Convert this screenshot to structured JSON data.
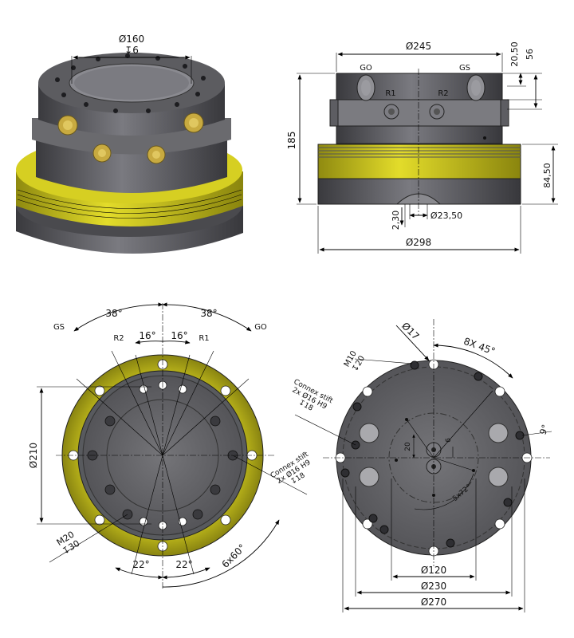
{
  "iso_view": {
    "dia_160": "Ø160",
    "depth_6": "↧6"
  },
  "side_view": {
    "dia_245": "Ø245",
    "h_20_50": "20,50",
    "h_56": "56",
    "h_185": "185",
    "h_84_50": "84,50",
    "h_2_30": "2,30",
    "dia_23_50": "Ø23,50",
    "dia_298": "Ø298",
    "go": "GO",
    "gs": "GS",
    "r1": "R1",
    "r2": "R2"
  },
  "bottom_left_view": {
    "angle_38_left": "38°",
    "angle_38_right": "38°",
    "angle_16_left": "16°",
    "angle_16_right": "16°",
    "gs": "GS",
    "go": "GO",
    "r2": "R2",
    "r1": "R1",
    "dia_210": "Ø210",
    "connex_1": "Connex stift",
    "connex_2": "2x Ø16 H9",
    "connex_3": "↧18",
    "m20": "M20",
    "m20_depth": "↧30",
    "angle_22_left": "22°",
    "angle_22_right": "22°",
    "pattern_6x60": "6x60°"
  },
  "bottom_right_view": {
    "dia_17": "Ø17",
    "pattern_8x45": "8X 45°",
    "m10": "M10",
    "m10_depth": "↧20",
    "connex_1": "Connex stift",
    "connex_2": "2x Ø16 H9",
    "connex_3": "↧18",
    "dim_20": "20",
    "dim_6": "6",
    "angle_9": "9°",
    "pattern_5x72": "5x72°",
    "dia_120": "Ø120",
    "dia_230": "Ø230",
    "dia_270": "Ø270"
  },
  "colors": {
    "body_gray": "#5a5a5e",
    "ring_yellow": "#c9c318",
    "brass": "#b89a3a",
    "face_gray": "#6c6c70"
  }
}
